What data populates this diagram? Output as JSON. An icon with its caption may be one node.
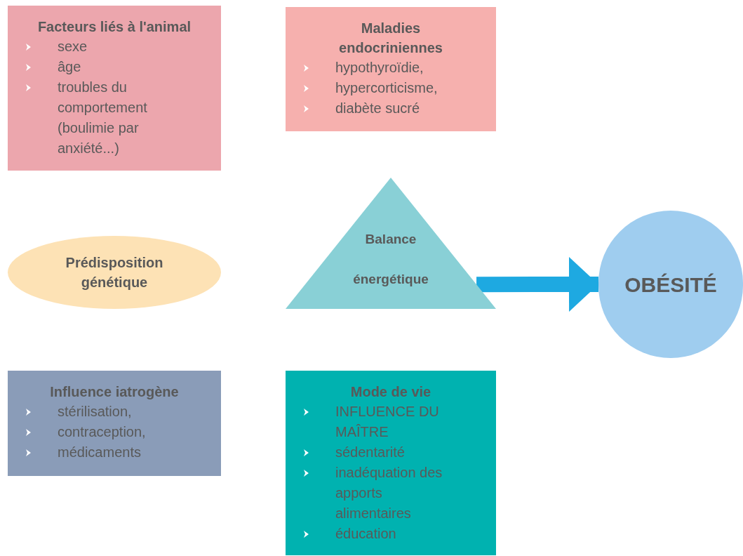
{
  "diagram": {
    "nodes": [
      {
        "text": [
          "Facteurs liés à l'animal",
          "sexe",
          "âge",
          "troubles du comportement (boulimie par anxiété...)"
        ]
      },
      {
        "text": [
          "Maladies endocriniennes",
          "hypothyroïdie,",
          "hypercorticisme,",
          "diabète sucré"
        ]
      },
      {
        "text": [
          "Prédisposition génétique"
        ]
      },
      {
        "text": [
          "Balance énergétique"
        ]
      },
      {
        "text": [
          "OBÉSITÉ"
        ]
      },
      {
        "text": [
          "Influence iatrogène",
          "stérilisation,",
          "contraception,",
          "médicaments"
        ]
      },
      {
        "text": [
          "Mode de vie",
          "INFLUENCE DU MAÎTRE",
          "sédentarité",
          "inadéquation des apports alimentaires",
          "éducation"
        ]
      }
    ],
    "edges": [
      {
        "from": 3,
        "to": 4,
        "arrow": "to"
      }
    ]
  }
}
